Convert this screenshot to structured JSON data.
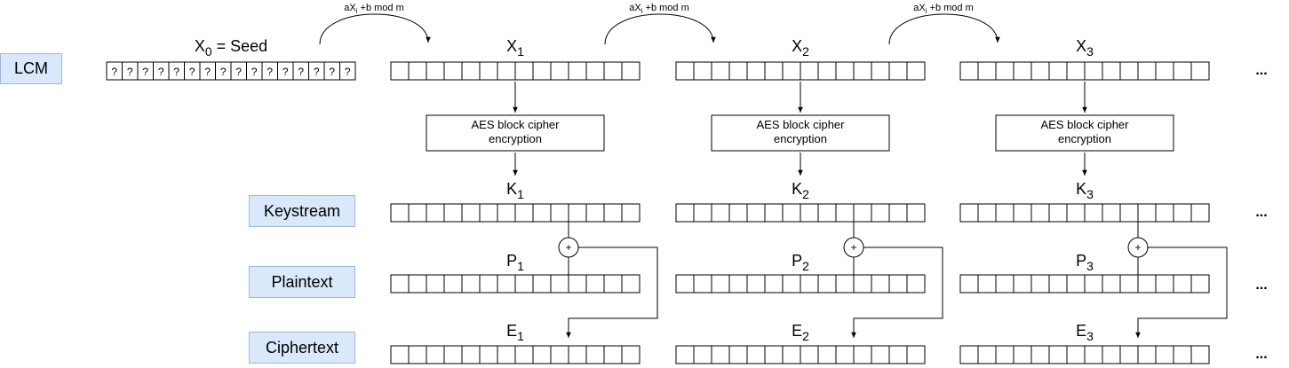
{
  "labels": {
    "lcm": "LCM",
    "keystream": "Keystream",
    "plaintext": "Plaintext",
    "ciphertext": "Ciphertext"
  },
  "seed": {
    "prefix": "X",
    "sub": "0",
    "suffix": " = Seed",
    "cell_value": "?",
    "cell_count": 16
  },
  "recurrence": {
    "left": "aX",
    "sub": "i",
    "right": " +b mod m"
  },
  "aes": {
    "line1": "AES block cipher",
    "line2": "encryption"
  },
  "xor_symbol": "+",
  "ellipsis": "...",
  "blocks": [
    {
      "x": "X",
      "k": "K",
      "p": "P",
      "e": "E",
      "index": "1"
    },
    {
      "x": "X",
      "k": "K",
      "p": "P",
      "e": "E",
      "index": "2"
    },
    {
      "x": "X",
      "k": "K",
      "p": "P",
      "e": "E",
      "index": "3"
    }
  ],
  "cells_per_register": 14,
  "colors": {
    "label_fill": "#dae8fc",
    "label_stroke": "#9fb8d8",
    "line": "#000000"
  }
}
